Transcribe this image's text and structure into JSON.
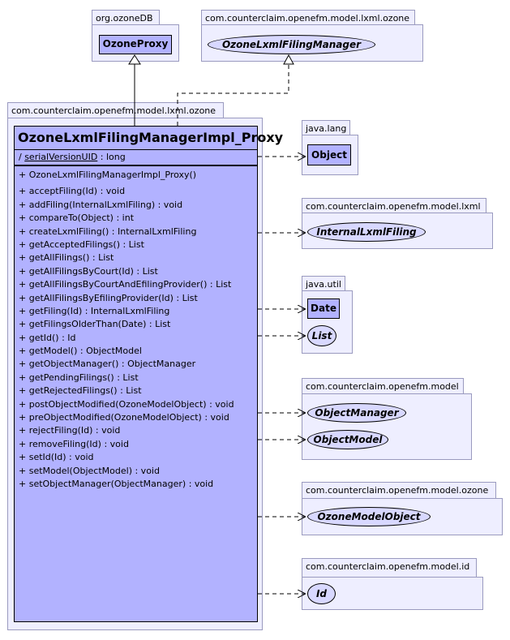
{
  "packages": {
    "ozonedb": "org.ozoneDB",
    "lxml_ozone_top": "com.counterclaim.openefm.model.lxml.ozone",
    "lxml_ozone_outer": "com.counterclaim.openefm.model.lxml.ozone",
    "java_lang": "java.lang",
    "lxml": "com.counterclaim.openefm.model.lxml",
    "java_util": "java.util",
    "model": "com.counterclaim.openefm.model",
    "model_ozone": "com.counterclaim.openefm.model.ozone",
    "model_id": "com.counterclaim.openefm.model.id"
  },
  "classes": {
    "ozone_proxy": "OzoneProxy",
    "object": "Object",
    "date": "Date"
  },
  "interfaces": {
    "filing_manager": "OzoneLxmlFilingManager",
    "internal_lxml_filing": "InternalLxmlFiling",
    "list": "List",
    "object_manager": "ObjectManager",
    "object_model": "ObjectModel",
    "ozone_model_object": "OzoneModelObject",
    "id": "Id"
  },
  "main_class": {
    "name": "OzoneLxmlFilingManagerImpl_Proxy",
    "attribute_prefix": "/ ",
    "attribute_name": "serialVersionUID",
    "attribute_type": " : long",
    "constructor": "+ OzoneLxmlFilingManagerImpl_Proxy()",
    "operations": [
      "+ acceptFiling(Id) : void",
      "+ addFiling(InternalLxmlFiling) : void",
      "+ compareTo(Object) : int",
      "+ createLxmlFiling() : InternalLxmlFiling",
      "+ getAcceptedFilings() : List",
      "+ getAllFilings() : List",
      "+ getAllFilingsByCourt(Id) : List",
      "+ getAllFilingsByCourtAndEfilingProvider() : List",
      "+ getAllFilingsByEfilingProvider(Id) : List",
      "+ getFiling(Id) : InternalLxmlFiling",
      "+ getFilingsOlderThan(Date) : List",
      "+ getId() : Id",
      "+ getModel() : ObjectModel",
      "+ getObjectManager() : ObjectManager",
      "+ getPendingFilings() : List",
      "+ getRejectedFilings() : List",
      "+ postObjectModified(OzoneModelObject) : void",
      "+ preObjectModified(OzoneModelObject) : void",
      "+ rejectFiling(Id) : void",
      "+ removeFiling(Id) : void",
      "+ setId(Id) : void",
      "+ setModel(ObjectModel) : void",
      "+ setObjectManager(ObjectManager) : void"
    ]
  }
}
